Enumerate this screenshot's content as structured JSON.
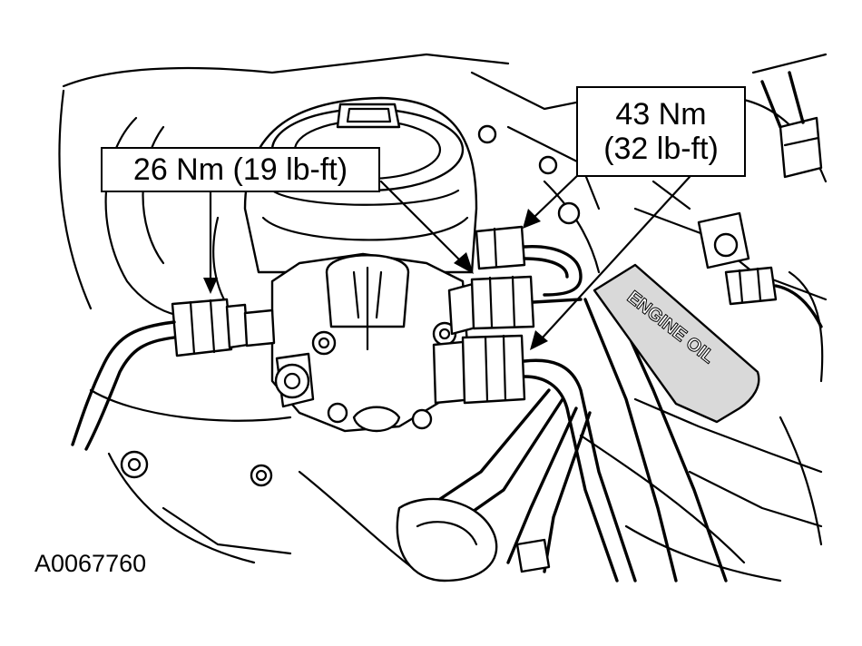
{
  "callouts": {
    "left_torque": "26 Nm (19 lb-ft)",
    "right_torque_line1": "43 Nm",
    "right_torque_line2": "(32 lb-ft)"
  },
  "decal": {
    "text": "ENGINE OIL"
  },
  "figure_id": "A0067760",
  "colors": {
    "line": "#000000",
    "background": "#ffffff",
    "decal_fill": "#d9d9d9"
  }
}
